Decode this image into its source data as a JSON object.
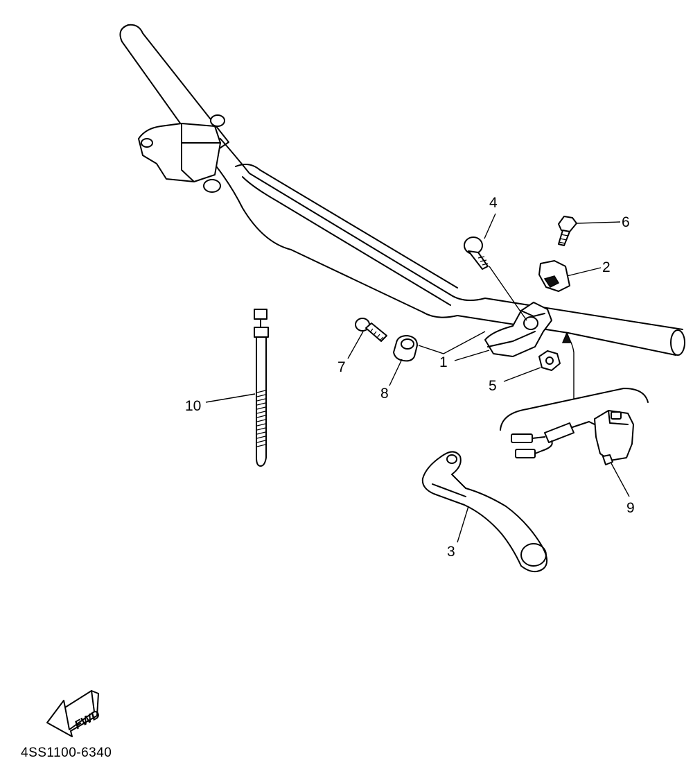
{
  "diagram_code": "4SS1100-6340",
  "fwd_label": "FWD",
  "callouts": {
    "c1": "1",
    "c2": "2",
    "c3": "3",
    "c4": "4",
    "c5": "5",
    "c6": "6",
    "c7": "7",
    "c8": "8",
    "c9": "9",
    "c10": "10"
  }
}
